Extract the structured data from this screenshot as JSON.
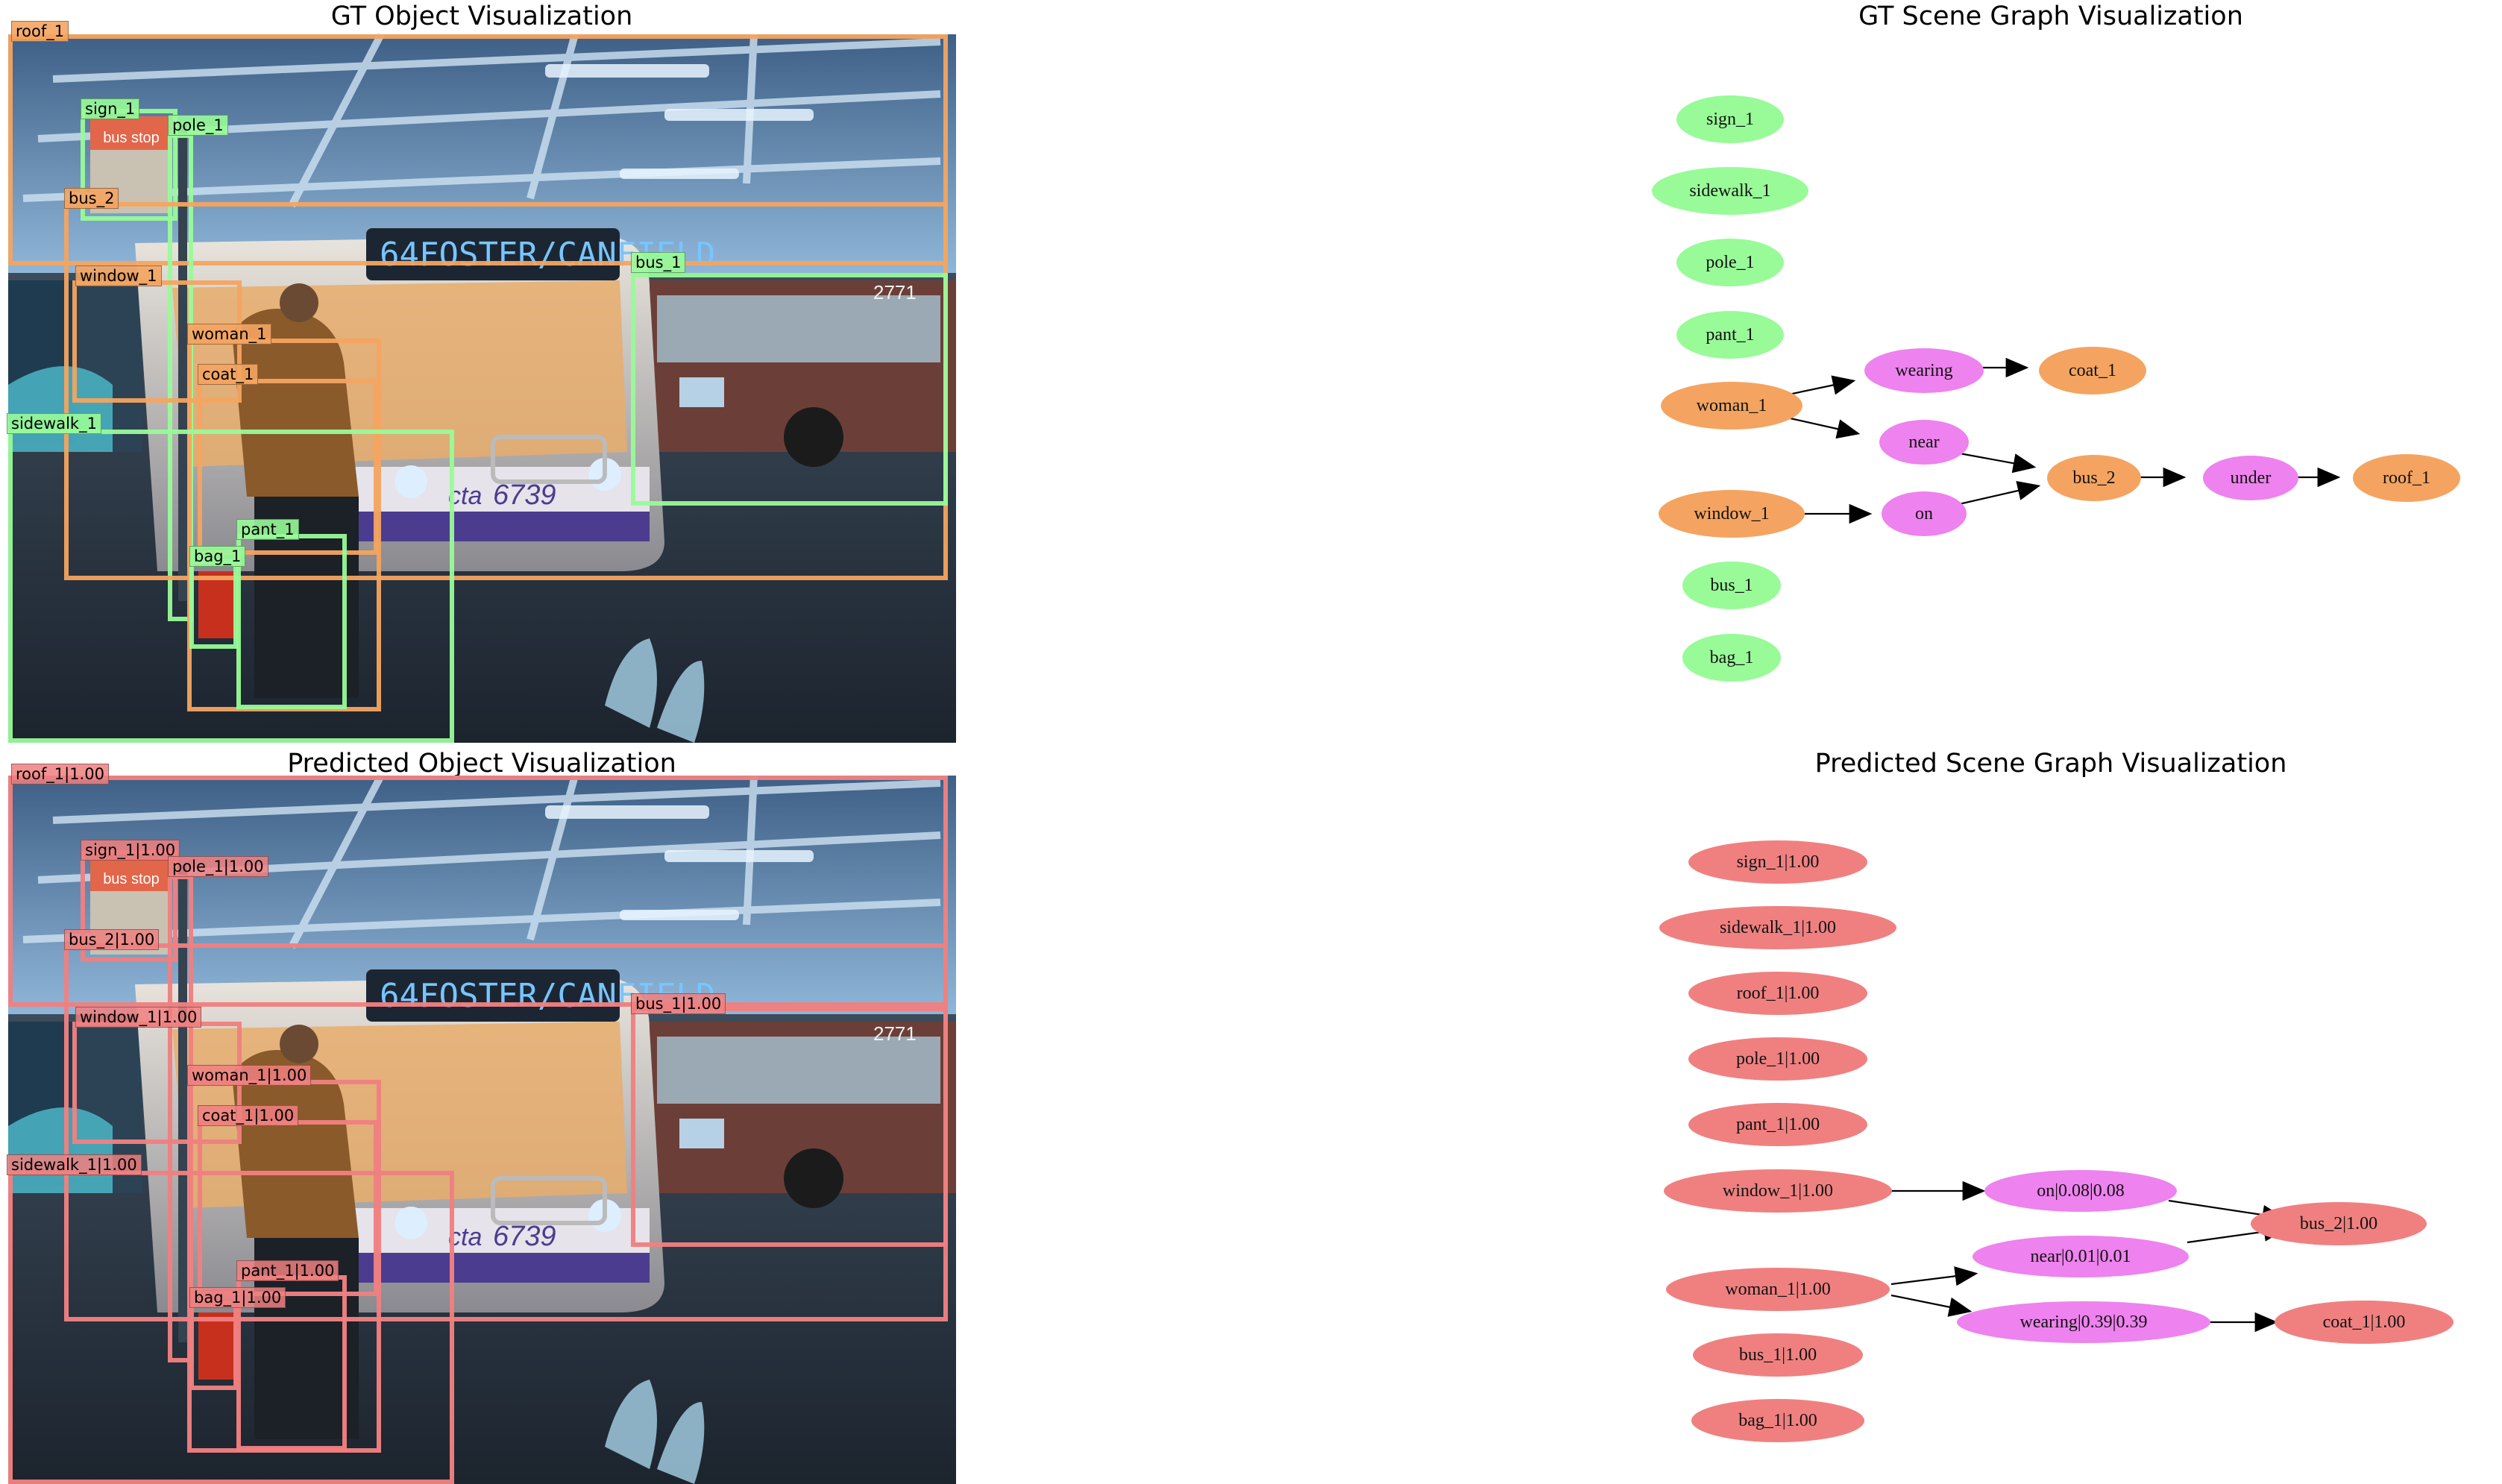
{
  "titles": {
    "gt_object": "GT Object Visualization",
    "gt_graph": "GT Scene Graph Visualization",
    "pred_object": "Predicted Object Visualization",
    "pred_graph": "Predicted Scene Graph Visualization"
  },
  "colors": {
    "gt_object_fill": "#f4a460",
    "gt_isolated_fill": "#98fb98",
    "relation_fill": "#ee82ee",
    "pred_fill": "#f08080"
  },
  "gt_boxes": {
    "roof_1": "roof_1",
    "sign_1": "sign_1",
    "pole_1": "pole_1",
    "bus_2": "bus_2",
    "window_1": "window_1",
    "bus_1": "bus_1",
    "woman_1": "woman_1",
    "coat_1": "coat_1",
    "sidewalk_1": "sidewalk_1",
    "pant_1": "pant_1",
    "bag_1": "bag_1"
  },
  "pred_boxes": {
    "roof_1": "roof_1|1.00",
    "sign_1": "sign_1|1.00",
    "pole_1": "pole_1|1.00",
    "bus_2": "bus_2|1.00",
    "window_1": "window_1|1.00",
    "bus_1": "bus_1|1.00",
    "woman_1": "woman_1|1.00",
    "coat_1": "coat_1|1.00",
    "sidewalk_1": "sidewalk_1|1.00",
    "pant_1": "pant_1|1.00",
    "bag_1": "bag_1|1.00"
  },
  "gt_graph": {
    "sign_1": "sign_1",
    "sidewalk_1": "sidewalk_1",
    "pole_1": "pole_1",
    "pant_1": "pant_1",
    "woman_1": "woman_1",
    "wearing": "wearing",
    "coat_1": "coat_1",
    "near": "near",
    "bus_2": "bus_2",
    "under": "under",
    "roof_1": "roof_1",
    "window_1": "window_1",
    "on": "on",
    "bus_1": "bus_1",
    "bag_1": "bag_1"
  },
  "pred_graph": {
    "sign_1": "sign_1|1.00",
    "sidewalk_1": "sidewalk_1|1.00",
    "roof_1": "roof_1|1.00",
    "pole_1": "pole_1|1.00",
    "pant_1": "pant_1|1.00",
    "window_1": "window_1|1.00",
    "on": "on|0.08|0.08",
    "bus_2": "bus_2|1.00",
    "near": "near|0.01|0.01",
    "woman_1": "woman_1|1.00",
    "wearing": "wearing|0.39|0.39",
    "coat_1": "coat_1|1.00",
    "bus_1": "bus_1|1.00",
    "bag_1": "bag_1|1.00"
  },
  "photo": {
    "bus_destination_sign": "64FOSTER/CANFIELD",
    "bus_number": "6739",
    "bus_brand": "cta",
    "far_bus_number": "2771",
    "stop_sign_text": "bus stop"
  }
}
